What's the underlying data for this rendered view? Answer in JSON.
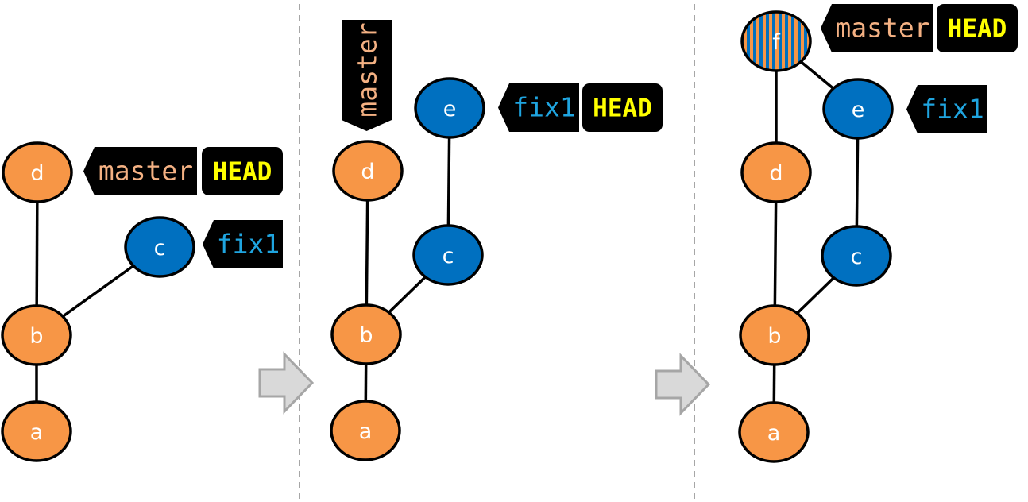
{
  "colors": {
    "orange": "#F79646",
    "blue": "#0070C0",
    "stroke": "#000000",
    "master_text": "#F4B183",
    "fix_text": "#1FA5E0",
    "head_text": "#FFFF00",
    "tag_bg": "#000000",
    "arrow_fill": "#D9D9D9",
    "arrow_stroke": "#A6A6A6",
    "divider": "#A6A6A6",
    "stripe_a": "#F79646",
    "stripe_b": "#0070C0"
  },
  "panels": [
    {
      "name": "panel-1",
      "nodes": [
        {
          "id": "a",
          "label": "a",
          "color": "orange"
        },
        {
          "id": "b",
          "label": "b",
          "color": "orange"
        },
        {
          "id": "c",
          "label": "c",
          "color": "blue"
        },
        {
          "id": "d",
          "label": "d",
          "color": "orange"
        }
      ],
      "edges": [
        [
          "a",
          "b"
        ],
        [
          "b",
          "d"
        ],
        [
          "b",
          "c"
        ]
      ],
      "refs": [
        {
          "label": "master",
          "kind": "master"
        },
        {
          "label": "HEAD",
          "kind": "head"
        },
        {
          "label": "fix1",
          "kind": "fix"
        }
      ]
    },
    {
      "name": "panel-2",
      "nodes": [
        {
          "id": "a",
          "label": "a",
          "color": "orange"
        },
        {
          "id": "b",
          "label": "b",
          "color": "orange"
        },
        {
          "id": "c",
          "label": "c",
          "color": "blue"
        },
        {
          "id": "d",
          "label": "d",
          "color": "orange"
        },
        {
          "id": "e",
          "label": "e",
          "color": "blue"
        }
      ],
      "edges": [
        [
          "a",
          "b"
        ],
        [
          "b",
          "d"
        ],
        [
          "b",
          "c"
        ],
        [
          "c",
          "e"
        ]
      ],
      "refs": [
        {
          "label": "master",
          "kind": "master"
        },
        {
          "label": "fix1",
          "kind": "fix"
        },
        {
          "label": "HEAD",
          "kind": "head"
        }
      ]
    },
    {
      "name": "panel-3",
      "nodes": [
        {
          "id": "a",
          "label": "a",
          "color": "orange"
        },
        {
          "id": "b",
          "label": "b",
          "color": "orange"
        },
        {
          "id": "c",
          "label": "c",
          "color": "blue"
        },
        {
          "id": "d",
          "label": "d",
          "color": "orange"
        },
        {
          "id": "e",
          "label": "e",
          "color": "blue"
        },
        {
          "id": "f",
          "label": "f",
          "color": "striped"
        }
      ],
      "edges": [
        [
          "a",
          "b"
        ],
        [
          "b",
          "d"
        ],
        [
          "b",
          "c"
        ],
        [
          "c",
          "e"
        ],
        [
          "d",
          "f"
        ],
        [
          "e",
          "f"
        ]
      ],
      "refs": [
        {
          "label": "master",
          "kind": "master"
        },
        {
          "label": "HEAD",
          "kind": "head"
        },
        {
          "label": "fix1",
          "kind": "fix"
        }
      ]
    }
  ]
}
